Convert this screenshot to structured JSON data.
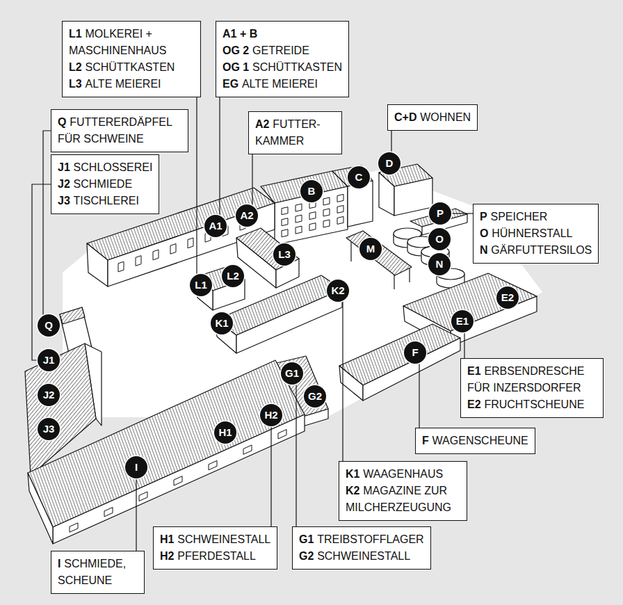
{
  "diagram": {
    "nodes": [
      {
        "text": [
          "L1",
          "MOLKEREI + MASCHINENHAUS",
          "L2",
          "SCHÜTTKASTEN",
          "L3",
          "ALTE MEIEREI"
        ]
      },
      {
        "text": [
          "A1 + B",
          "OG 2",
          "GETREIDE",
          "OG 1",
          "SCHÜTTKASTEN",
          "EG",
          "ALTE MEIEREI"
        ]
      },
      {
        "text": [
          "C+D",
          "WOHNEN"
        ]
      },
      {
        "text": [
          "Q",
          "FUTTERERDÄPFEL FÜR SCHWEINE"
        ]
      },
      {
        "text": [
          "A2",
          "FUTTER- KAMMER"
        ]
      },
      {
        "text": [
          "J1",
          "SCHLOSSEREI",
          "J2",
          "SCHMIEDE",
          "J3",
          "TISCHLEREI"
        ]
      },
      {
        "text": [
          "P",
          "SPEICHER",
          "O",
          "HÜHNERSTALL",
          "N",
          "GÄRFUTTERSILOS"
        ]
      },
      {
        "text": [
          "E1",
          "ERBSENDRESCHE FÜR INZERSDORFER",
          "E2",
          "FRUCHTSCHEUNE"
        ]
      },
      {
        "text": [
          "F",
          "WAGENSCHEUNE"
        ]
      },
      {
        "text": [
          "K1",
          "WAAGENHAUS",
          "K2",
          "MAGAZINE ZUR MILCHERZEUGUNG"
        ]
      },
      {
        "text": [
          "H1",
          "SCHWEINESTALL",
          "H2",
          "PFERDESTALL"
        ]
      },
      {
        "text": [
          "G1",
          "TREIBSTOFFLAGER",
          "G2",
          "SCHWEINESTALL"
        ]
      },
      {
        "text": [
          "I",
          "SCHMIEDE, SCHEUNE"
        ]
      },
      {
        "text": [
          "A1"
        ]
      },
      {
        "text": [
          "A2"
        ]
      },
      {
        "text": [
          "B"
        ]
      },
      {
        "text": [
          "C"
        ]
      },
      {
        "text": [
          "D"
        ]
      },
      {
        "text": [
          "P"
        ]
      },
      {
        "text": [
          "O"
        ]
      },
      {
        "text": [
          "N"
        ]
      },
      {
        "text": [
          "L3"
        ]
      },
      {
        "text": [
          "M"
        ]
      },
      {
        "text": [
          "L1"
        ]
      },
      {
        "text": [
          "L2"
        ]
      },
      {
        "text": [
          "K2"
        ]
      },
      {
        "text": [
          "K1"
        ]
      },
      {
        "text": [
          "E2"
        ]
      },
      {
        "text": [
          "E1"
        ]
      },
      {
        "text": [
          "Q"
        ]
      },
      {
        "text": [
          "J1"
        ]
      },
      {
        "text": [
          "F"
        ]
      },
      {
        "text": [
          "G1"
        ]
      },
      {
        "text": [
          "G2"
        ]
      },
      {
        "text": [
          "H2"
        ]
      },
      {
        "text": [
          "H1"
        ]
      },
      {
        "text": [
          "J2"
        ]
      },
      {
        "text": [
          "J3"
        ]
      },
      {
        "text": [
          "I"
        ]
      }
    ],
    "edges": [
      {
        "from": 0,
        "to": 23,
        "arrow": "none"
      },
      {
        "from": 1,
        "to": 13,
        "arrow": "none"
      },
      {
        "from": 4,
        "to": 14,
        "arrow": "none"
      },
      {
        "from": 2,
        "to": 17,
        "arrow": "none"
      },
      {
        "from": 6,
        "to": 18,
        "arrow": "none"
      },
      {
        "from": 3,
        "to": 29,
        "arrow": "none"
      },
      {
        "from": 5,
        "to": 30,
        "arrow": "none"
      },
      {
        "from": 7,
        "to": 28,
        "arrow": "none"
      },
      {
        "from": 8,
        "to": 31,
        "arrow": "none"
      },
      {
        "from": 9,
        "to": 25,
        "arrow": "none"
      },
      {
        "from": 11,
        "to": 32,
        "arrow": "none"
      },
      {
        "from": 10,
        "to": 34,
        "arrow": "none"
      },
      {
        "from": 12,
        "to": 38,
        "arrow": "none"
      }
    ]
  }
}
